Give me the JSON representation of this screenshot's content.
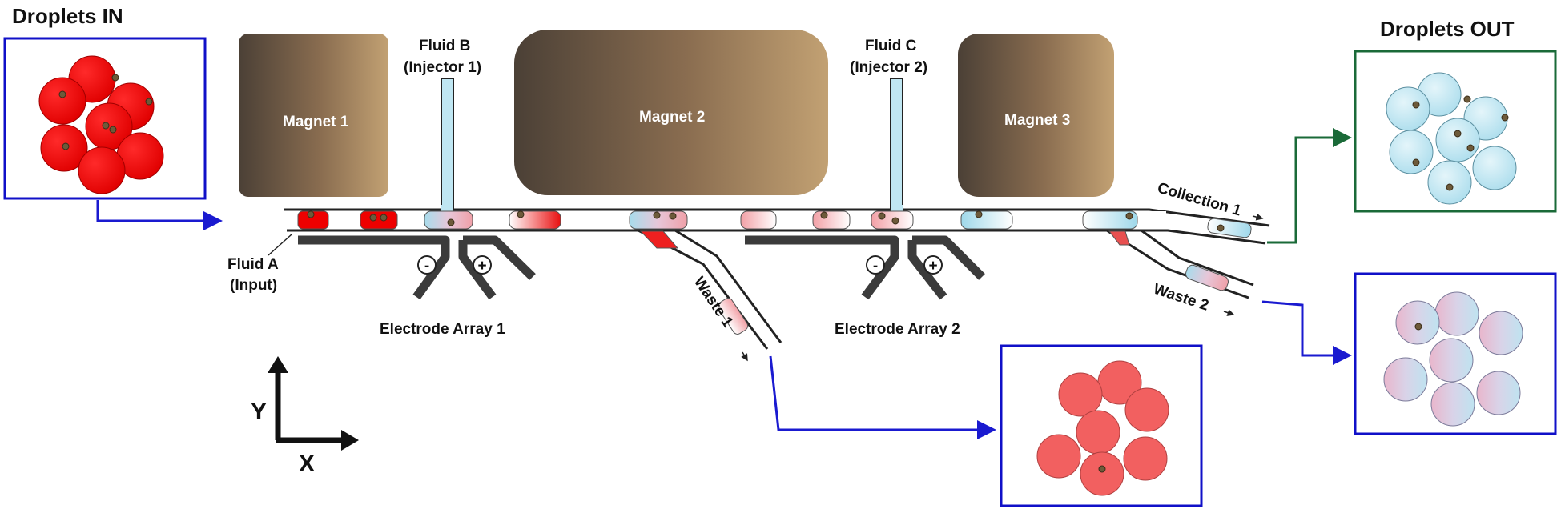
{
  "title_in": "Droplets IN",
  "title_out": "Droplets OUT",
  "magnets": [
    {
      "label": "Magnet 1"
    },
    {
      "label": "Magnet 2"
    },
    {
      "label": "Magnet 3"
    }
  ],
  "fluid_b": {
    "line1": "Fluid B",
    "line2": "(Injector 1)"
  },
  "fluid_c": {
    "line1": "Fluid C",
    "line2": "(Injector 2)"
  },
  "fluid_a": {
    "line1": "Fluid A",
    "line2": "(Input)"
  },
  "electrode_1": {
    "label": "Electrode Array 1",
    "minus": "-",
    "plus": "+"
  },
  "electrode_2": {
    "label": "Electrode Array 2",
    "minus": "-",
    "plus": "+"
  },
  "outlets": {
    "waste_1": "Waste 1",
    "waste_2": "Waste 2",
    "collection_1": "Collection 1"
  },
  "axes": {
    "x": "X",
    "y": "Y"
  },
  "colors": {
    "frame_blue": "#1010c8",
    "frame_green": "#1a6a38",
    "arrow_blue": "#1a1ad0",
    "arrow_green": "#1a6a38",
    "droplet_red": "#ee0000",
    "droplet_pink": "#f26060",
    "droplet_blue": "#bfe6f2",
    "electrode": "#3b3b3b"
  }
}
